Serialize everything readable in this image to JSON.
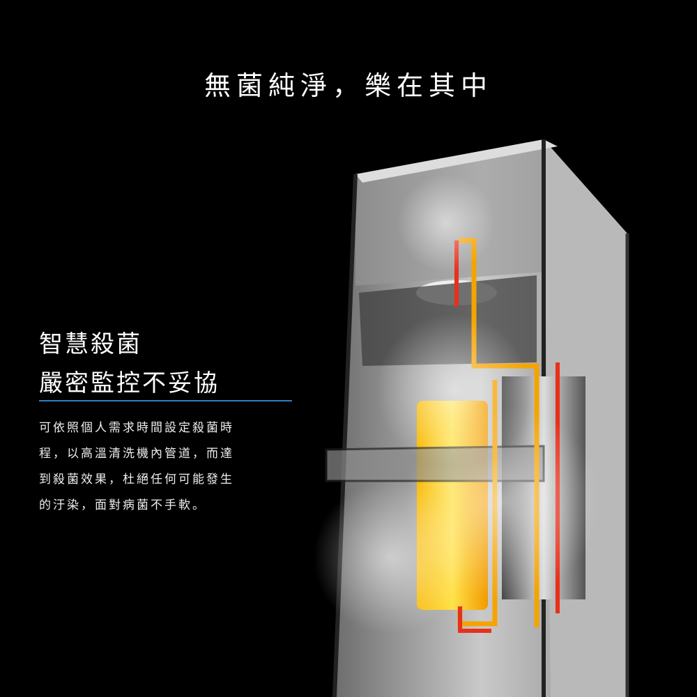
{
  "headline": "無菌純淨，樂在其中",
  "feature": {
    "title_lines": [
      "智慧殺菌",
      "嚴密監控不妥協"
    ],
    "description_lines": [
      "可依照個人需求時間設定殺菌時",
      "程，以高溫清洗機內管道，而達",
      "到殺菌效果，杜絕任何可能發生",
      "的汙染，面對病菌不手軟。"
    ]
  },
  "colors": {
    "accent_line": "#2f7fc4",
    "heat_orange": "#f5a300",
    "heat_red": "#e8301a"
  }
}
